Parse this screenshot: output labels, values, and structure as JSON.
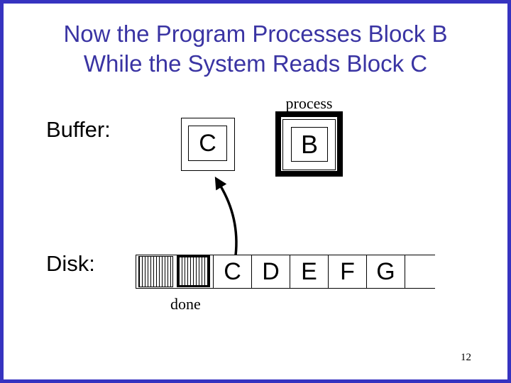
{
  "colors": {
    "title": "#3A34A3",
    "border": "#3633C0",
    "ink": "#000000"
  },
  "title": {
    "line1": "Now the Program Processes Block B",
    "line2": "While the System Reads Block C"
  },
  "buffer": {
    "label": "Buffer:",
    "process_label": "process",
    "slots": [
      {
        "letter": "C"
      },
      {
        "letter": "B"
      }
    ]
  },
  "disk": {
    "label": "Disk:",
    "done_label": "done",
    "done_block_count": 2,
    "blocks": [
      "C",
      "D",
      "E",
      "F",
      "G"
    ]
  },
  "page_number": "12"
}
